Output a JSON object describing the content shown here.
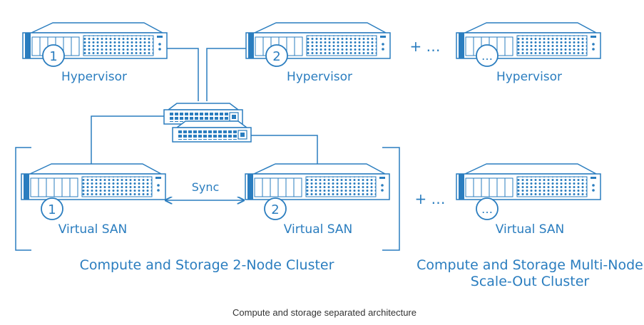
{
  "colors": {
    "stroke": "#2a7dbf",
    "fill": "#ffffff",
    "text": "#2a7dbf",
    "caption": "#333333"
  },
  "hypervisors": [
    {
      "number": "1",
      "label": "Hypervisor"
    },
    {
      "number": "2",
      "label": "Hypervisor"
    },
    {
      "number": "…",
      "label": "Hypervisor"
    }
  ],
  "hypervisor_more": "+ …",
  "sans": [
    {
      "number": "1",
      "label": "Virtual SAN"
    },
    {
      "number": "2",
      "label": "Virtual SAN"
    },
    {
      "number": "…",
      "label": "Virtual SAN"
    }
  ],
  "san_more": "+ …",
  "sync_label": "Sync",
  "cluster_2node": "Compute and Storage 2-Node Cluster",
  "cluster_multinode_line1": "Compute and Storage Multi-Node",
  "cluster_multinode_line2": "Scale-Out Cluster",
  "caption": "Compute and storage separated architecture"
}
